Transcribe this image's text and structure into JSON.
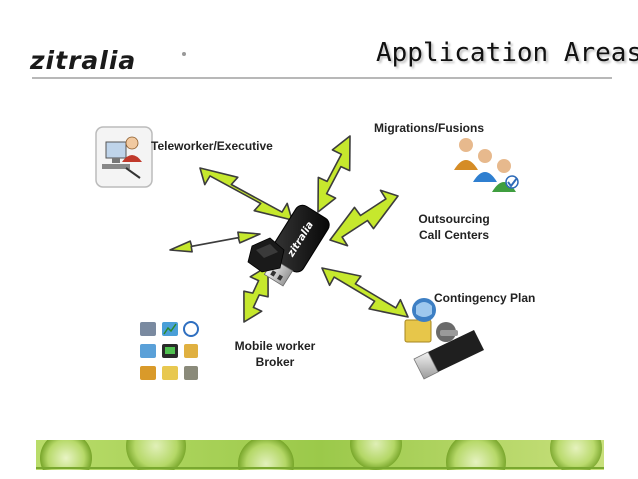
{
  "header": {
    "logo_text": "zitralia",
    "title": "Application Areas"
  },
  "labels": {
    "migrations": "Migrations/Fusions",
    "teleworker": "Teleworker/Executive",
    "outsourcing_line1": "Outsourcing",
    "outsourcing_line2": "Call Centers",
    "contingency": "Contingency Plan",
    "mobile_line1": "Mobile worker",
    "mobile_line2": "Broker"
  },
  "device": {
    "brand_text": "zitralia"
  },
  "icons": [
    "computer-user-icon",
    "people-group-icon",
    "application-icons-grid",
    "usb-key-icon",
    "usb-token-icon"
  ],
  "colors": {
    "arrow_fill": "#c6e82d",
    "arrow_stroke": "#3c3c3c",
    "footer_green": "#a9cf55"
  }
}
